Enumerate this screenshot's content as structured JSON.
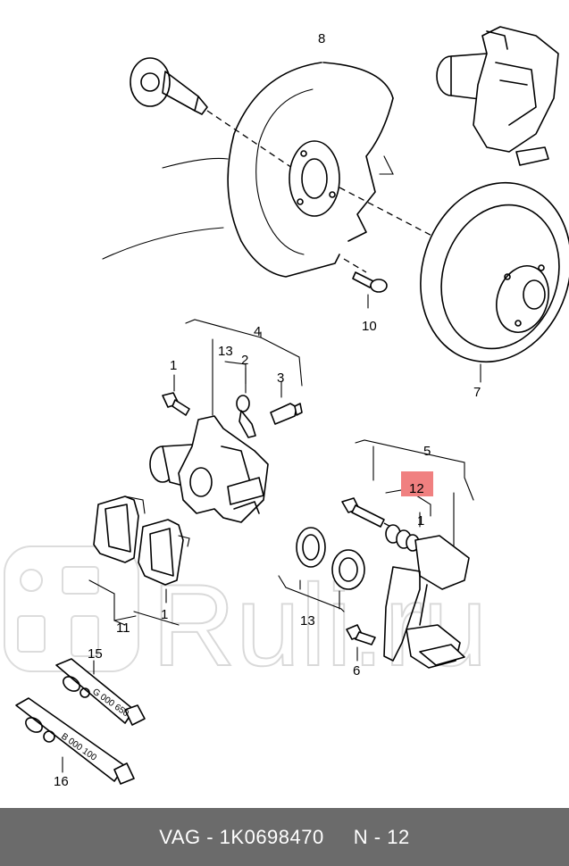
{
  "watermark": {
    "text": "Ruli.ru"
  },
  "callouts": {
    "c1a": "1",
    "c2": "2",
    "c3": "3",
    "c4": "4",
    "c5": "5",
    "c6": "6",
    "c7": "7",
    "c8": "8",
    "c10": "10",
    "c11": "11",
    "c12": "12",
    "c13a": "13",
    "c13b": "13",
    "c15": "15",
    "c16": "16",
    "c1b": "1",
    "c1c": "1"
  },
  "highlight_color": "#f08080",
  "tubes": {
    "upper_code": "G 000 650",
    "lower_code": "B  000  100"
  },
  "footer": {
    "brand": "VAG",
    "sep1": " - ",
    "part_number": "1K0698470",
    "gap": "     ",
    "position": "N - 12"
  }
}
